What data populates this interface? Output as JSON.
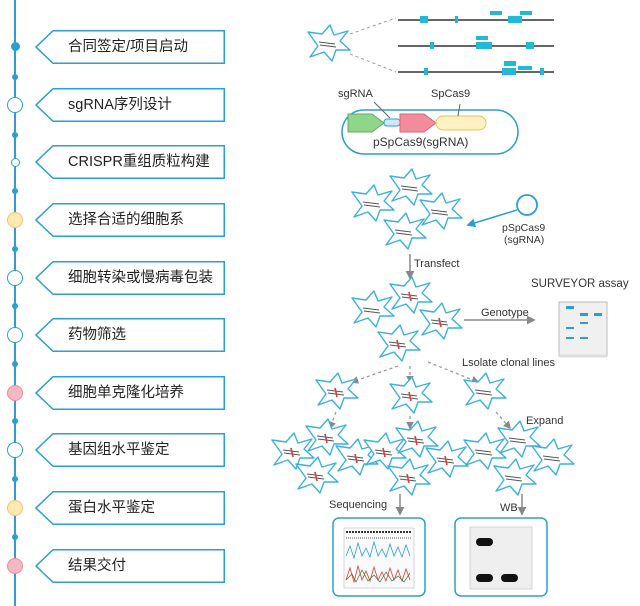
{
  "steps": [
    {
      "label": "合同签定/项目启动"
    },
    {
      "label": "sgRNA序列设计"
    },
    {
      "label": "CRISPR重组质粒构建"
    },
    {
      "label": "选择合适的细胞系"
    },
    {
      "label": "细胞转染或慢病毒包装"
    },
    {
      "label": "药物筛选"
    },
    {
      "label": "细胞单克隆化培养"
    },
    {
      "label": "基因组水平鉴定"
    },
    {
      "label": "蛋白水平鉴定"
    },
    {
      "label": "结果交付"
    }
  ],
  "diagram": {
    "sgrna_label": "sgRNA",
    "spcas9_label": "SpCas9",
    "plasmid_label": "pSpCas9(sgRNA)",
    "plasmid_circle_label_line1": "pSpCas9",
    "plasmid_circle_label_line2": "(sgRNA)",
    "transfect_label": "Transfect",
    "surveyor_label": "SURVEYOR assay",
    "genotype_label": "Genotype",
    "isolate_label": "Lsolate clonal lines",
    "expand_label": "Expand",
    "sequencing_label": "Sequencing",
    "wb_label": "WB"
  },
  "colors": {
    "accent": "#2a9fd6",
    "cell_outline": "#3ab0e2",
    "node_yellow": "#fde7b2",
    "node_pink": "#f6b8c2",
    "edit_mark": "#e53935",
    "gene_exon": "#22b8d8",
    "promoter_green": "#8fd58a",
    "cas9_pink": "#f28c9c",
    "spcas9_yellow": "#fff2c2"
  }
}
